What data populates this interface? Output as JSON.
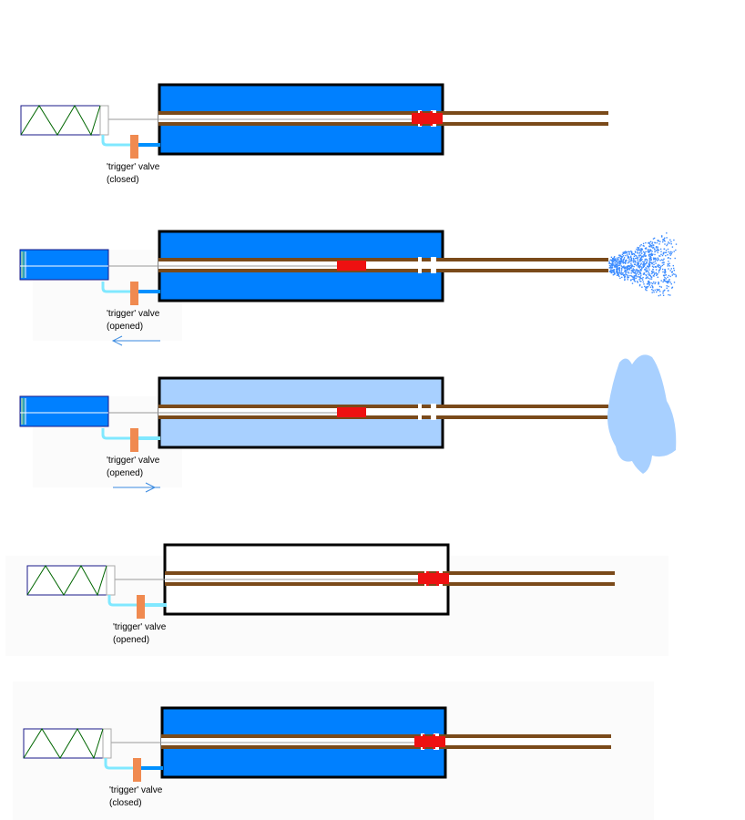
{
  "colors": {
    "tank_pressurized": "#0080ff",
    "tank_venting": "#a8d0ff",
    "tank_empty": "#ffffff",
    "outline": "#000000",
    "rod": "#7a4a1a",
    "piston": "#ee1111",
    "valve": "#f08a50",
    "hose_light": "#80e8ff",
    "hose_dark": "#0090ff",
    "solenoid_coil": "#006600",
    "solenoid_frame": "#1a1a8a",
    "spray": "#3c8cff",
    "cloud": "#a8d0ff",
    "arrow": "#3a8ae0"
  },
  "stages": [
    {
      "tank_state": "pressurized",
      "solenoid": "coil",
      "gate": "closed",
      "exhaust": "none",
      "arrow": "none",
      "label_line1": "'trigger' valve",
      "label_line2": "(closed)"
    },
    {
      "tank_state": "pressurized",
      "solenoid": "retracted",
      "gate": "open",
      "exhaust": "spray",
      "arrow": "left",
      "label_line1": "'trigger' valve",
      "label_line2": "(opened)"
    },
    {
      "tank_state": "venting",
      "solenoid": "retracted",
      "gate": "open",
      "exhaust": "cloud",
      "arrow": "right",
      "label_line1": "'trigger' valve",
      "label_line2": "(opened)"
    },
    {
      "tank_state": "empty",
      "solenoid": "coil",
      "gate": "closed",
      "exhaust": "none",
      "arrow": "none",
      "label_line1": "'trigger' valve",
      "label_line2": "(opened)"
    },
    {
      "tank_state": "pressurized",
      "solenoid": "coil",
      "gate": "closed",
      "exhaust": "none",
      "arrow": "none",
      "label_line1": "'trigger' valve",
      "label_line2": "(closed)"
    }
  ]
}
